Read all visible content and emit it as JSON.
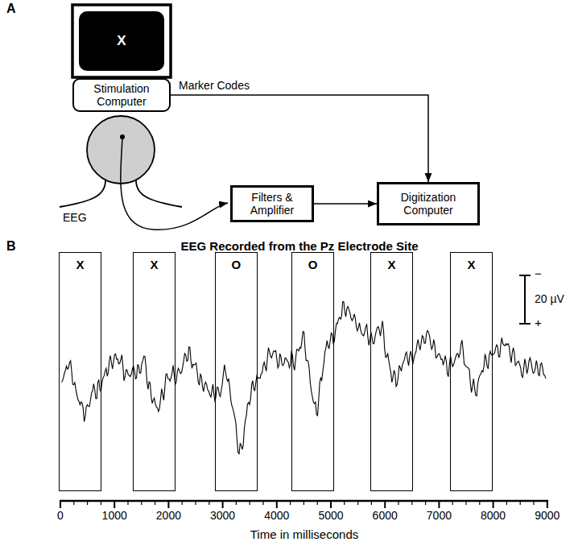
{
  "diagram": {
    "nodes": [
      {
        "text": [
          "X"
        ]
      },
      {
        "text": [
          "Stimulation Computer"
        ]
      },
      {
        "text": [
          "Filters & Amplifier"
        ]
      },
      {
        "text": [
          "Digitization Computer"
        ]
      },
      {
        "text": [
          "X"
        ]
      },
      {
        "text": [
          "X"
        ]
      },
      {
        "text": [
          "O"
        ]
      },
      {
        "text": [
          "O"
        ]
      },
      {
        "text": [
          "X"
        ]
      },
      {
        "text": [
          "X"
        ]
      }
    ],
    "edges": [
      {
        "from": 1,
        "to": 3,
        "label": "Marker Codes",
        "arrow": "to"
      },
      {
        "from": 2,
        "to": 3,
        "arrow": "to"
      }
    ],
    "labels": [
      "A",
      "EEG",
      "B",
      "EEG Recorded from the Pz Electrode Site",
      "−",
      "20 µV",
      "+",
      "0",
      "1000",
      "2000",
      "3000",
      "4000",
      "5000",
      "6000",
      "7000",
      "8000",
      "9000",
      "Time in milliseconds"
    ]
  }
}
